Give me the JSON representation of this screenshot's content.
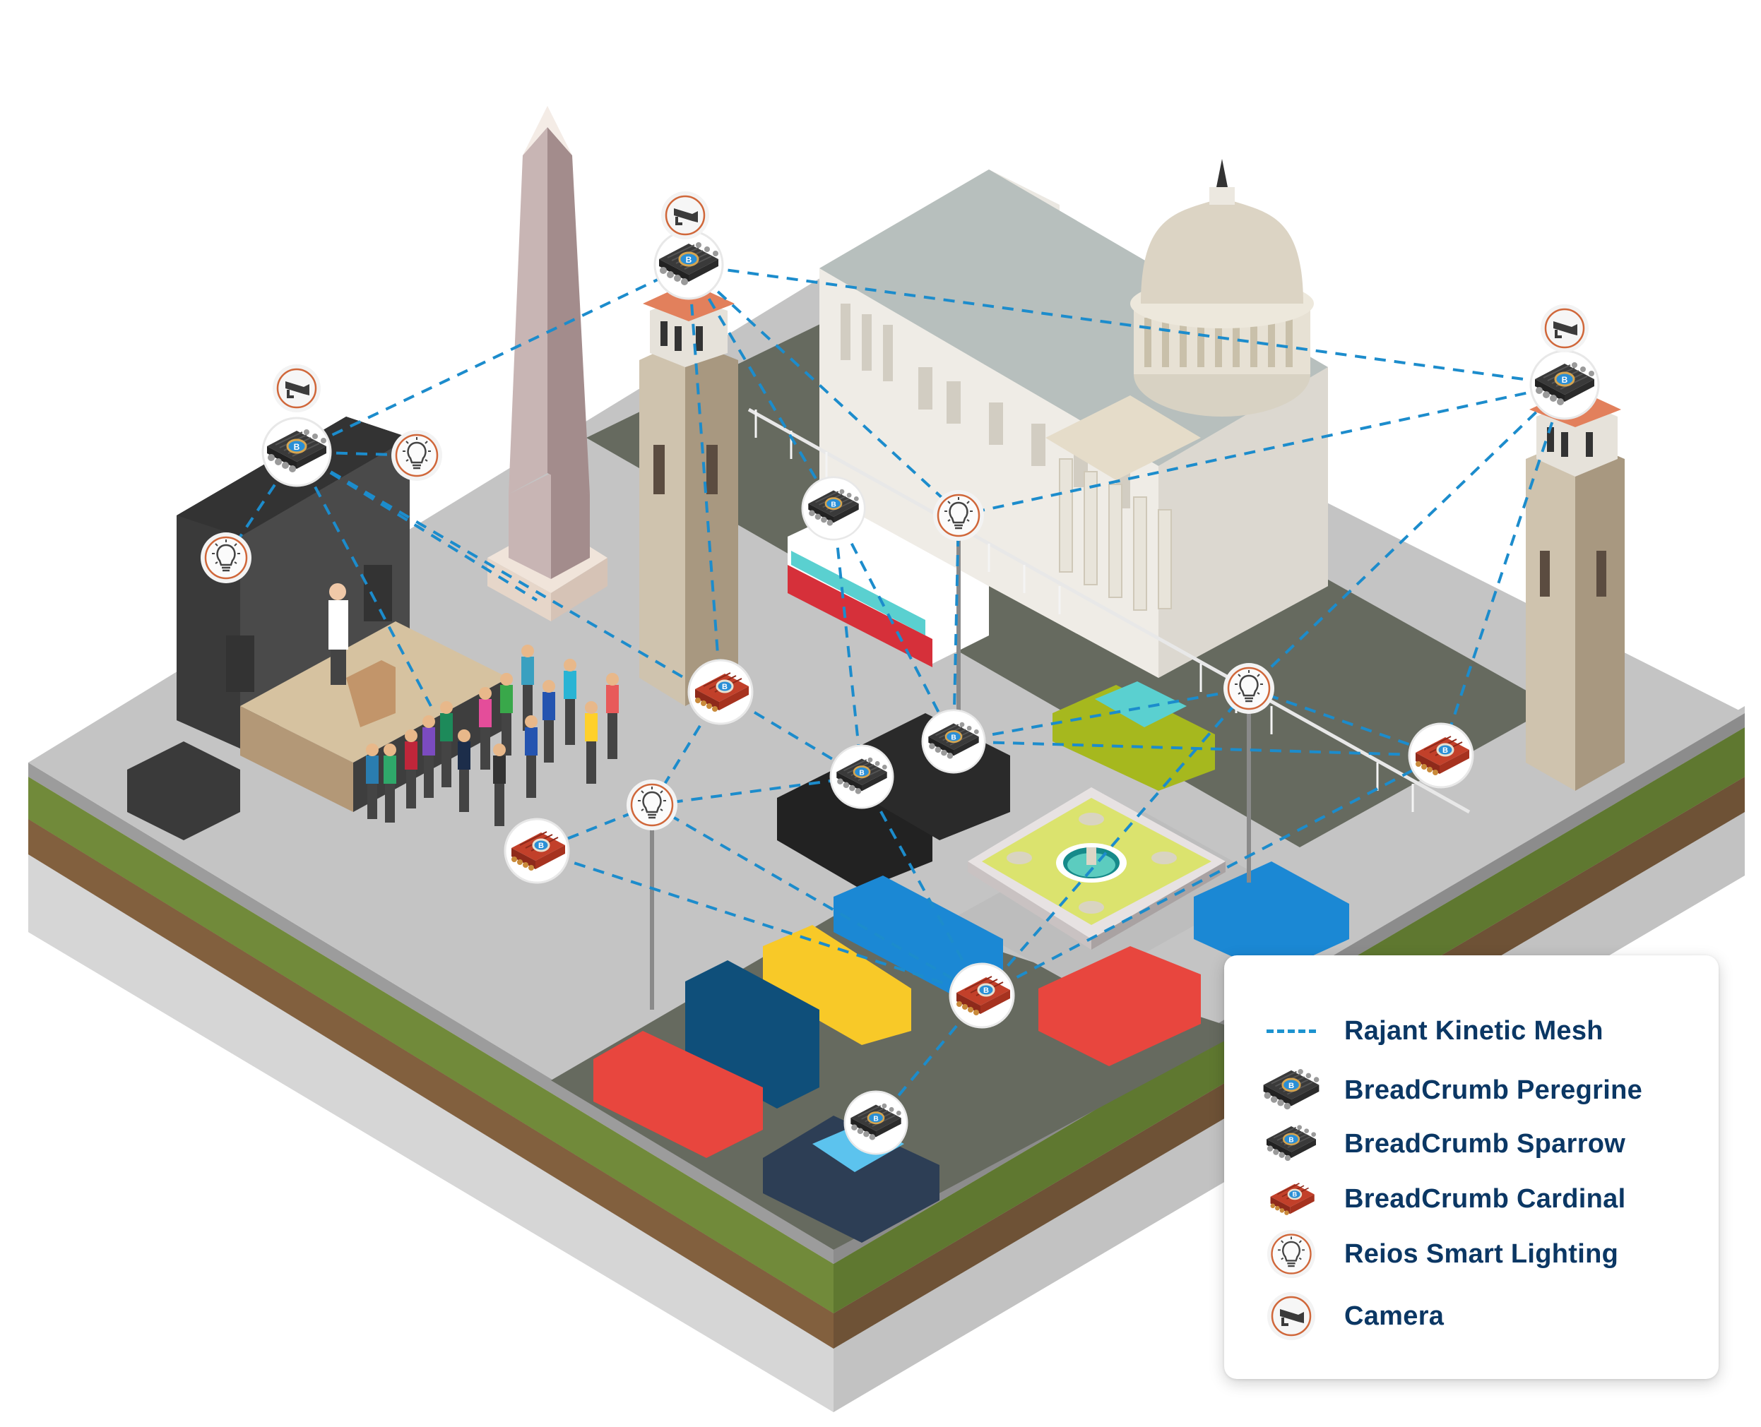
{
  "diagram": {
    "title": "Rajant Kinetic Mesh smart city deployment",
    "scene_elements": [
      {
        "type": "obelisk",
        "label": "monument"
      },
      {
        "type": "capitol-building",
        "label": "capitol"
      },
      {
        "type": "clock-tower",
        "label": "tower-left"
      },
      {
        "type": "clock-tower",
        "label": "tower-right"
      },
      {
        "type": "stage",
        "label": "speaker stage with podium and speakers"
      },
      {
        "type": "crowd",
        "label": "crowd of people"
      },
      {
        "type": "fountain",
        "label": "plaza fountain"
      },
      {
        "type": "bus",
        "label": "red and white bus"
      },
      {
        "type": "vehicles",
        "label": "parked cars, trucks, van, police car"
      },
      {
        "type": "police",
        "label": "police officers"
      }
    ],
    "nodes": {
      "peregrine": [
        {
          "location": "stage roof"
        },
        {
          "location": "left tower top"
        },
        {
          "location": "right tower top"
        }
      ],
      "sparrow": [
        {
          "location": "bus roof"
        },
        {
          "location": "black SUV 1"
        },
        {
          "location": "black SUV 2"
        },
        {
          "location": "police car"
        }
      ],
      "cardinal": [
        {
          "location": "near couple"
        },
        {
          "location": "near crowd"
        },
        {
          "location": "parking lot officer"
        },
        {
          "location": "capitol fence officer"
        }
      ],
      "lighting": [
        {
          "location": "stage wall"
        },
        {
          "location": "stage top"
        },
        {
          "location": "street lamp by bus"
        },
        {
          "location": "street lamp plaza"
        },
        {
          "location": "street lamp by fountain"
        }
      ],
      "camera": [
        {
          "location": "above stage"
        },
        {
          "location": "above left tower"
        },
        {
          "location": "above right tower"
        }
      ]
    }
  },
  "legend": {
    "items": [
      {
        "icon": "dashed-line-icon",
        "label": "Rajant Kinetic Mesh"
      },
      {
        "icon": "breadcrumb-peregrine-icon",
        "label": "BreadCrumb Peregrine"
      },
      {
        "icon": "breadcrumb-sparrow-icon",
        "label": "BreadCrumb Sparrow"
      },
      {
        "icon": "breadcrumb-cardinal-icon",
        "label": "BreadCrumb Cardinal"
      },
      {
        "icon": "lightbulb-icon",
        "label": "Reios Smart Lighting"
      },
      {
        "icon": "camera-icon",
        "label": "Camera"
      }
    ]
  },
  "colors": {
    "mesh_line": "#1c8ccc",
    "legend_text": "#0b3764",
    "icon_ring": "#d0673a",
    "cardinal_red": "#b8321f",
    "peregrine_dark": "#2e2e2e",
    "ground_grass": "#6f8a3a",
    "ground_soil": "#7a5a3a",
    "pavement": "#c3c3c3",
    "road": "#676a60"
  }
}
